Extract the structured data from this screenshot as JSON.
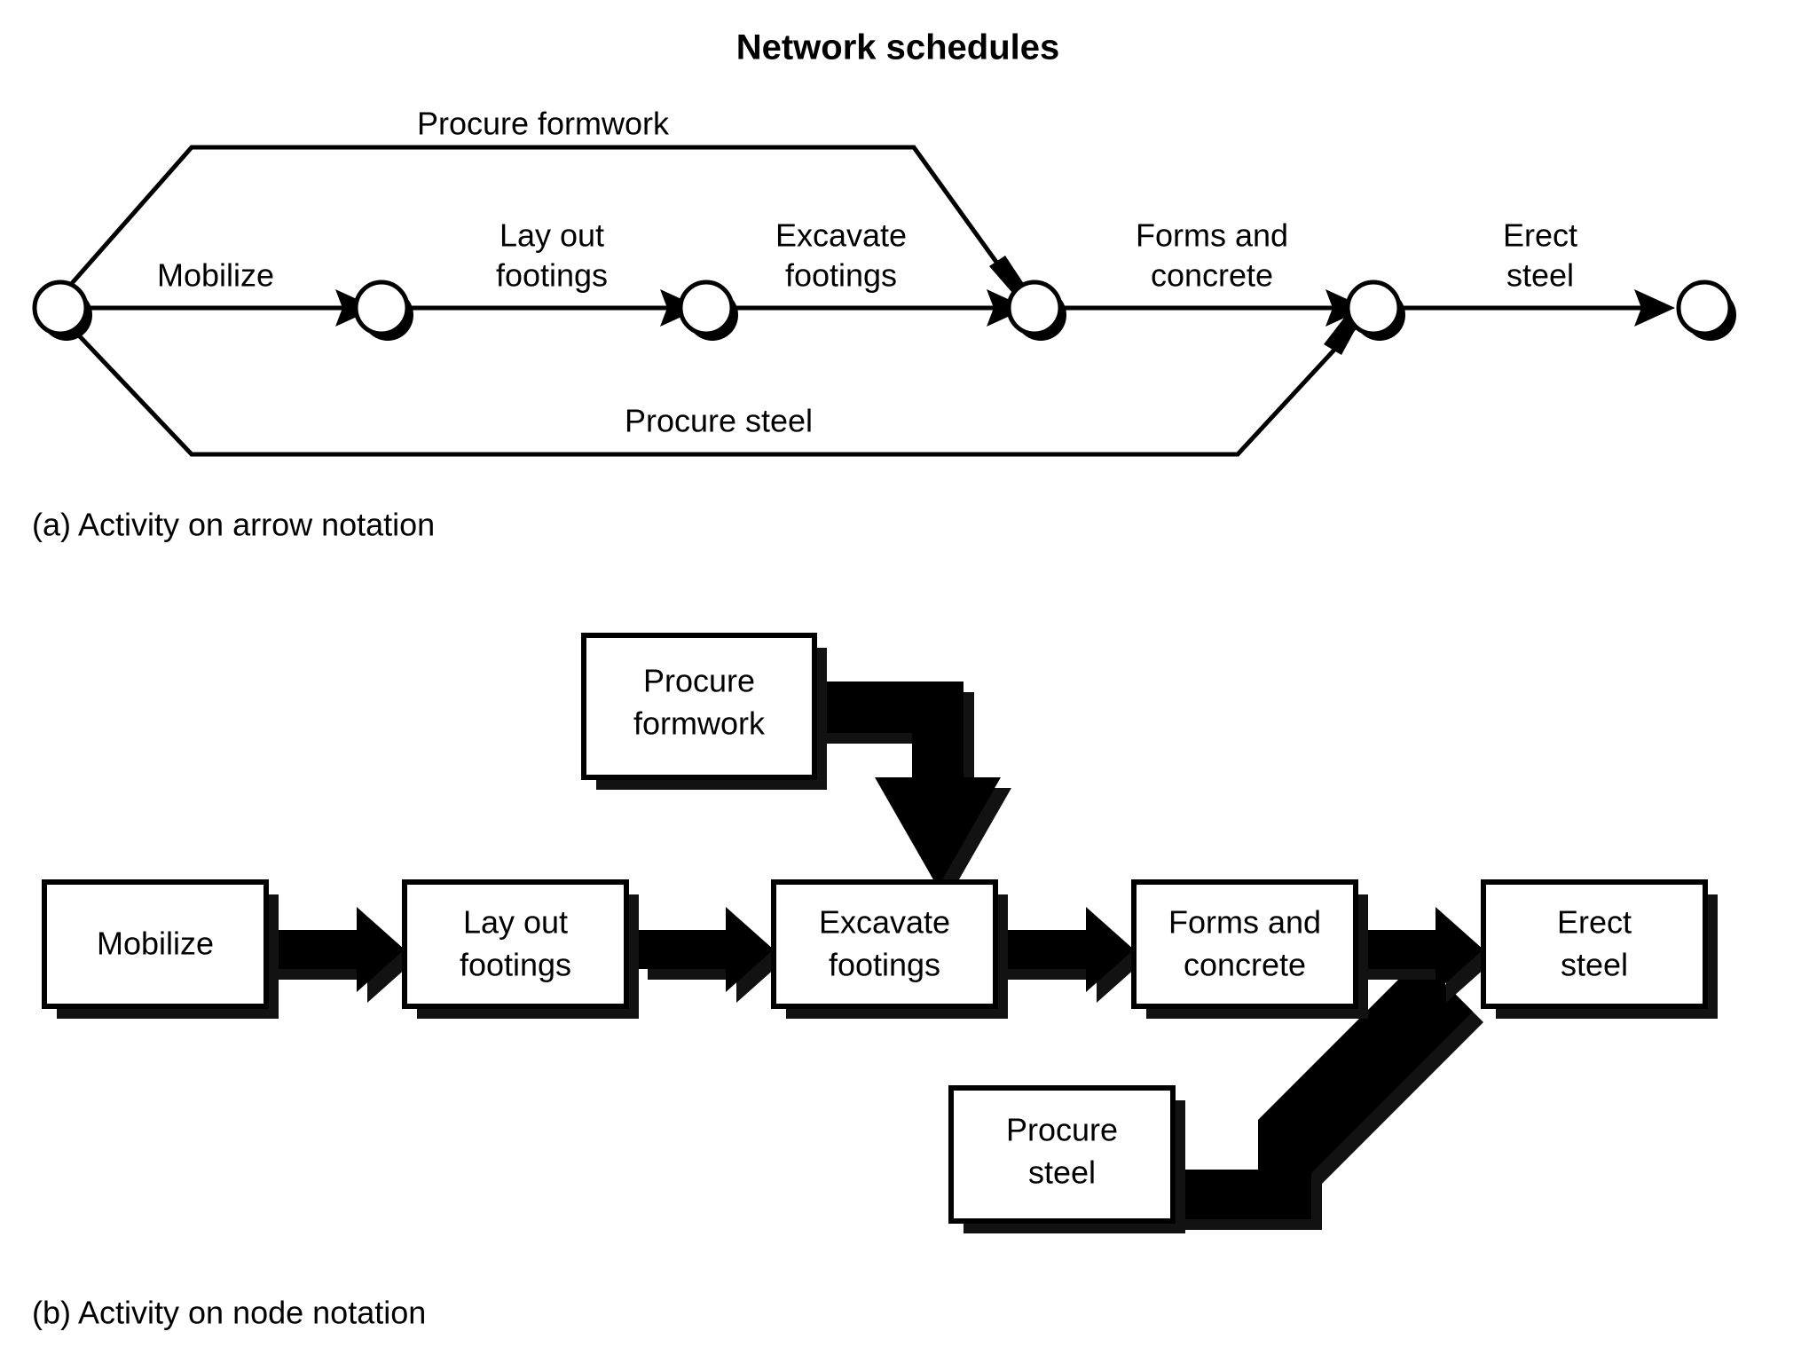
{
  "figure": {
    "title": "Network schedules",
    "background_color": "#ffffff",
    "ink_color": "#000000"
  },
  "panel_a": {
    "caption": "(a) Activity on arrow notation",
    "notation": "activity-on-arrow",
    "node_count": 6,
    "edge_labels": {
      "procure_formwork": "Procure formwork",
      "mobilize": "Mobilize",
      "lay_out_footings_line1": "Lay out",
      "lay_out_footings_line2": "footings",
      "excavate_footings_line1": "Excavate",
      "excavate_footings_line2": "footings",
      "forms_and_concrete_line1": "Forms and",
      "forms_and_concrete_line2": "concrete",
      "erect_steel_line1": "Erect",
      "erect_steel_line2": "steel",
      "procure_steel": "Procure steel"
    },
    "activities": [
      {
        "name": "Procure formwork",
        "from_node": 1,
        "to_node": 4
      },
      {
        "name": "Mobilize",
        "from_node": 1,
        "to_node": 2
      },
      {
        "name": "Lay out footings",
        "from_node": 2,
        "to_node": 3
      },
      {
        "name": "Excavate footings",
        "from_node": 3,
        "to_node": 4
      },
      {
        "name": "Forms and concrete",
        "from_node": 4,
        "to_node": 5
      },
      {
        "name": "Erect steel",
        "from_node": 5,
        "to_node": 6
      },
      {
        "name": "Procure steel",
        "from_node": 1,
        "to_node": 5
      }
    ]
  },
  "panel_b": {
    "caption": "(b) Activity on node notation",
    "notation": "activity-on-node",
    "nodes": [
      {
        "id": "mobilize",
        "line1": "Mobilize",
        "line2": ""
      },
      {
        "id": "lay-out-footings",
        "line1": "Lay out",
        "line2": "footings"
      },
      {
        "id": "excavate-footings",
        "line1": "Excavate",
        "line2": "footings"
      },
      {
        "id": "forms-and-concrete",
        "line1": "Forms and",
        "line2": "concrete"
      },
      {
        "id": "erect-steel",
        "line1": "Erect",
        "line2": "steel"
      },
      {
        "id": "procure-formwork",
        "line1": "Procure",
        "line2": "formwork"
      },
      {
        "id": "procure-steel",
        "line1": "Procure",
        "line2": "steel"
      }
    ],
    "links": [
      {
        "from": "mobilize",
        "to": "lay-out-footings"
      },
      {
        "from": "lay-out-footings",
        "to": "excavate-footings"
      },
      {
        "from": "excavate-footings",
        "to": "forms-and-concrete"
      },
      {
        "from": "forms-and-concrete",
        "to": "erect-steel"
      },
      {
        "from": "procure-formwork",
        "to": "forms-and-concrete"
      },
      {
        "from": "procure-steel",
        "to": "erect-steel"
      }
    ]
  }
}
